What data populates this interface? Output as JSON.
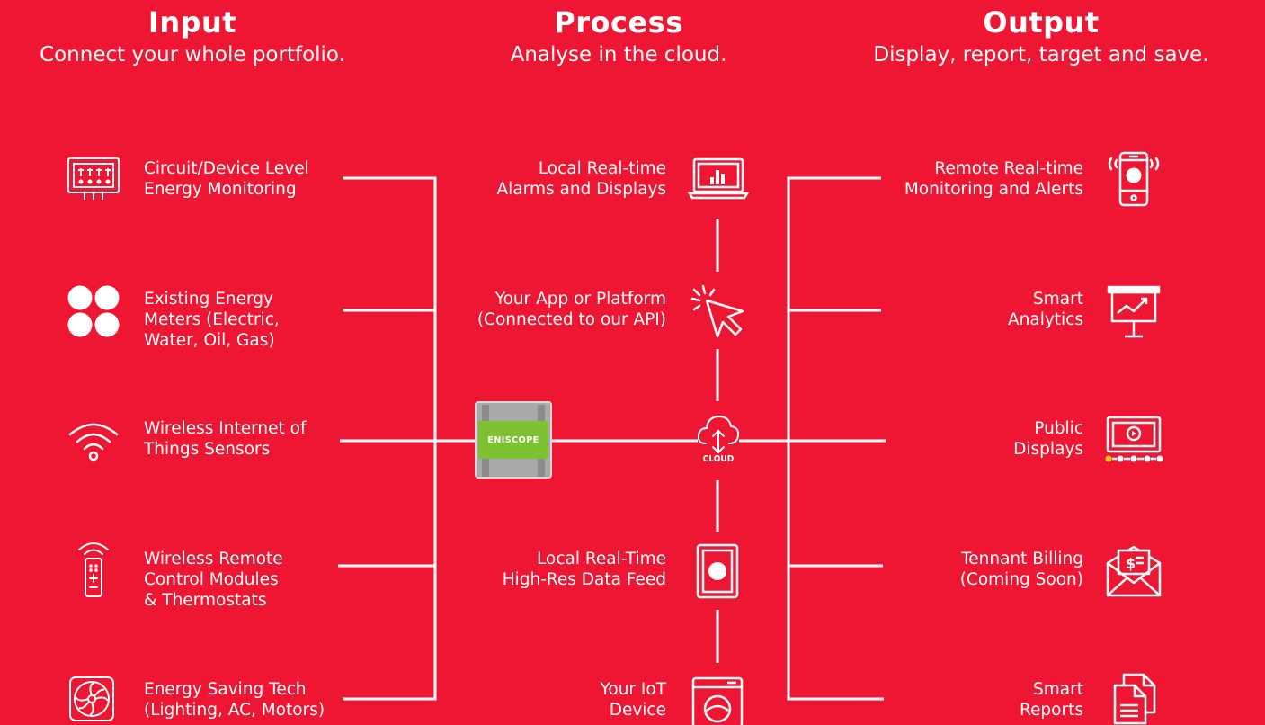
{
  "columns": {
    "input": {
      "title": "Input",
      "subtitle": "Connect your whole portfolio."
    },
    "process": {
      "title": "Process",
      "subtitle": "Analyse in the cloud."
    },
    "output": {
      "title": "Output",
      "subtitle": "Display, report, target and save."
    }
  },
  "input_items": [
    {
      "label": "Circuit/Device Level\nEnergy Monitoring",
      "icon": "circuit-monitor-icon"
    },
    {
      "label": "Existing Energy\nMeters (Electric,\nWater, Oil, Gas)",
      "icon": "four-circles-icon"
    },
    {
      "label": "Wireless Internet of\nThings Sensors",
      "icon": "wifi-icon"
    },
    {
      "label": "Wireless Remote\nControl Modules\n& Thermostats",
      "icon": "remote-control-icon"
    },
    {
      "label": "Energy Saving Tech\n(Lighting, AC, Motors)",
      "icon": "fan-icon"
    }
  ],
  "process_items": [
    {
      "label": "Local Real-time\nAlarms and Displays",
      "icon": "laptop-chart-icon"
    },
    {
      "label": "Your App or Platform\n(Connected to our API)",
      "icon": "cursor-click-icon"
    },
    {
      "label": "",
      "icon": "cloud-icon",
      "caption": "CLOUD"
    },
    {
      "label": "Local Real-Time\nHigh-Res Data Feed",
      "icon": "tablet-icon"
    },
    {
      "label": "Your IoT\nDevice",
      "icon": "washing-machine-icon"
    }
  ],
  "output_items": [
    {
      "label": "Remote Real-time\nMonitoring and Alerts",
      "icon": "phone-ring-icon"
    },
    {
      "label": "Smart\nAnalytics",
      "icon": "presentation-chart-icon"
    },
    {
      "label": "Public\nDisplays",
      "icon": "video-display-icon"
    },
    {
      "label": "Tennant Billing\n(Coming Soon)",
      "icon": "envelope-bill-icon"
    },
    {
      "label": "Smart\nReports",
      "icon": "report-document-icon"
    }
  ],
  "device": {
    "label": "ENISCOPE",
    "color": "#7ec234"
  },
  "colors": {
    "background": "#EE1632",
    "foreground": "#ffffff"
  }
}
